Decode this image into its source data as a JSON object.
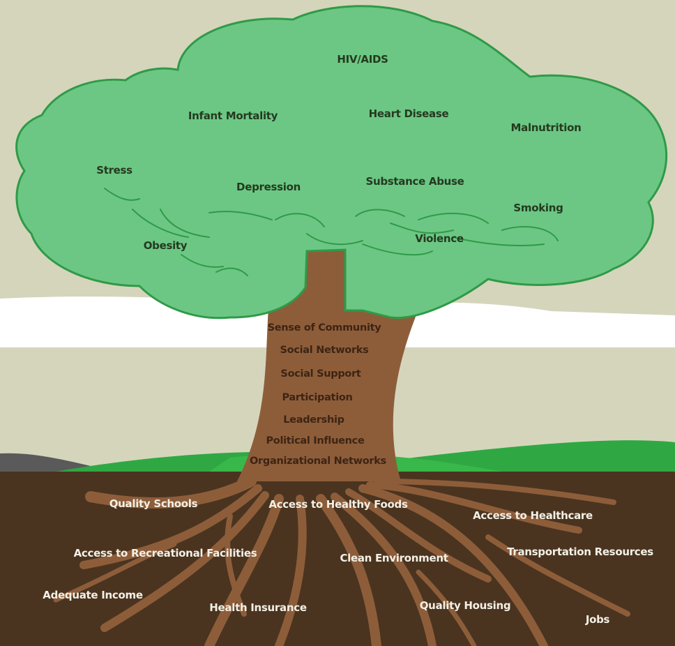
{
  "canopy": {
    "items": [
      "HIV/AIDS",
      "Infant Mortality",
      "Heart Disease",
      "Malnutrition",
      "Stress",
      "Depression",
      "Substance Abuse",
      "Smoking",
      "Obesity",
      "Violence"
    ]
  },
  "trunk": {
    "items": [
      "Sense of Community",
      "Social Networks",
      "Social Support",
      "Participation",
      "Leadership",
      "Political Influence",
      "Organizational Networks"
    ]
  },
  "roots": {
    "items": [
      "Quality Schools",
      "Access to Healthy Foods",
      "Access to Healthcare",
      "Access to Recreational Facilities",
      "Clean Environment",
      "Transportation Resources",
      "Adequate Income",
      "Health Insurance",
      "Quality Housing",
      "Jobs"
    ]
  },
  "colors": {
    "sky": "#d5d5bc",
    "cloud": "#ffffff",
    "grass": "#2fa843",
    "soil": "#4a3420",
    "bark": "#8d5d3a",
    "foliage": "#6cc785",
    "foliage_outline": "#2f9a47"
  }
}
